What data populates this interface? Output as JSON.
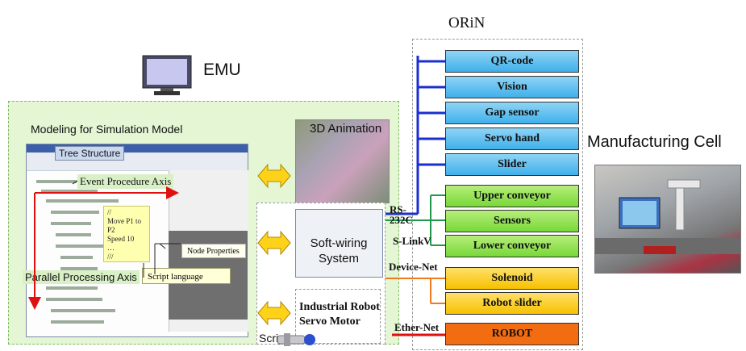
{
  "titles": {
    "orin": "ORiN",
    "emu": "EMU",
    "manufacturing_cell": "Manufacturing Cell",
    "modeling": "Modeling for Simulation Model"
  },
  "modeling_window": {
    "tree_structure": "Tree Structure",
    "event_axis": "Event Procedure Axis",
    "parallel_axis": "Parallel Processing Axis",
    "script_note": [
      "//",
      "Move P1 to",
      "P2",
      "Speed 10",
      "…",
      "///"
    ],
    "node_properties": "Node Properties",
    "script_language": "Script language"
  },
  "components": {
    "animation": "3D Animation",
    "soft_wiring": [
      "Soft-wiring",
      "System"
    ],
    "robot_motor": [
      "Industrial Robot",
      "Servo Motor"
    ],
    "script": "Script"
  },
  "links": {
    "rs232c": [
      "RS-",
      "232C"
    ],
    "slinkv": "S-LinkV",
    "devicenet": "Device-Net",
    "ethernet": "Ether-Net"
  },
  "devices": [
    {
      "label": "QR-code",
      "group": "blue"
    },
    {
      "label": "Vision",
      "group": "blue"
    },
    {
      "label": "Gap sensor",
      "group": "blue"
    },
    {
      "label": "Servo hand",
      "group": "blue"
    },
    {
      "label": "Slider",
      "group": "blue"
    },
    {
      "label": "Upper conveyor",
      "group": "green"
    },
    {
      "label": "Sensors",
      "group": "green"
    },
    {
      "label": "Lower conveyor",
      "group": "green"
    },
    {
      "label": "Solenoid",
      "group": "yellow"
    },
    {
      "label": "Robot slider",
      "group": "yellow"
    },
    {
      "label": "ROBOT",
      "group": "orange"
    }
  ],
  "colors": {
    "panel_green": "#e4f6d4",
    "device_blue": "#3fb0ea",
    "device_green": "#78d838",
    "device_yellow": "#f7c100",
    "device_orange": "#f26c12",
    "wire_blue": "#1a2fd0",
    "wire_green": "#1e9a4a",
    "wire_orange": "#f07a1e",
    "wire_red": "#e01010",
    "arrow_yellow": "#ffd21a"
  }
}
